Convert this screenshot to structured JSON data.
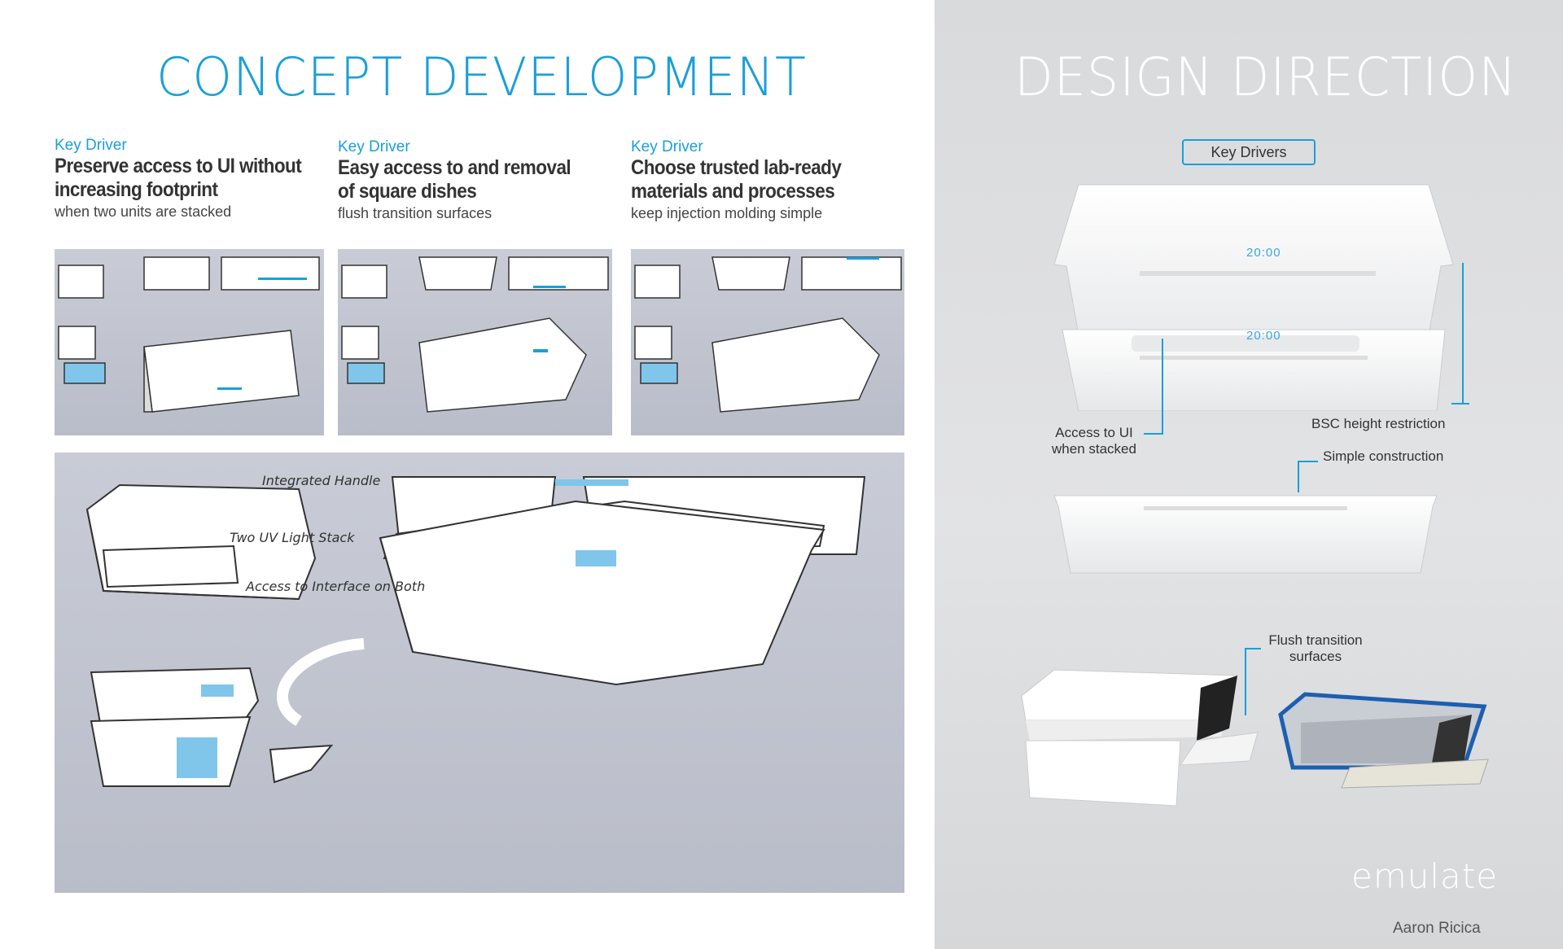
{
  "left": {
    "title": "CONCEPT DEVELOPMENT",
    "drivers": [
      {
        "label": "Key Driver",
        "heading": "Preserve access to UI without increasing footprint",
        "sub": "when two units are stacked"
      },
      {
        "label": "Key Driver",
        "heading": "Easy access to and removal of square dishes",
        "sub": "flush transition surfaces"
      },
      {
        "label": "Key Driver",
        "heading": "Choose trusted lab-ready materials and processes",
        "sub": "keep injection molding simple"
      }
    ],
    "sketch_notes": {
      "handle": "Integrated Handle",
      "stack": "Two UV Light Stack",
      "access": "Access to Interface on Both"
    }
  },
  "right": {
    "title": "DESIGN DIRECTION",
    "key_drivers_label": "Key Drivers",
    "display_time": "20:00",
    "callouts": {
      "ui_access": "Access to UI when stacked",
      "height": "BSC height restriction",
      "construction": "Simple construction",
      "flush": "Flush transition surfaces"
    },
    "brand": "emulate",
    "author": "Aaron Ricica",
    "accent_color": "#1a9fd9"
  }
}
